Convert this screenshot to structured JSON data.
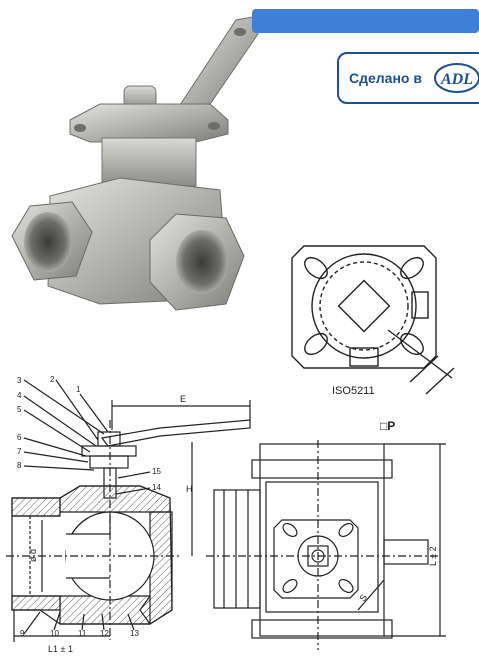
{
  "badge": {
    "made_in": "Сделано в",
    "logo_text": "ADL"
  },
  "drawing": {
    "iso_label": "ISO5211",
    "square_label": "□P",
    "dim_E": "E",
    "dim_H": "H",
    "dim_L1": "L1 ± 1",
    "dim_L2": "L ± 2",
    "dim_d": "ø d",
    "dim_S": "S",
    "callouts": [
      "1",
      "2",
      "3",
      "4",
      "5",
      "6",
      "7",
      "8",
      "9",
      "10",
      "11",
      "12",
      "13",
      "14",
      "15"
    ]
  },
  "colors": {
    "handle_blue": "#3f7fd8",
    "steel": "#b7b7b4",
    "brand": "#1f4f95",
    "line": "#222222"
  }
}
